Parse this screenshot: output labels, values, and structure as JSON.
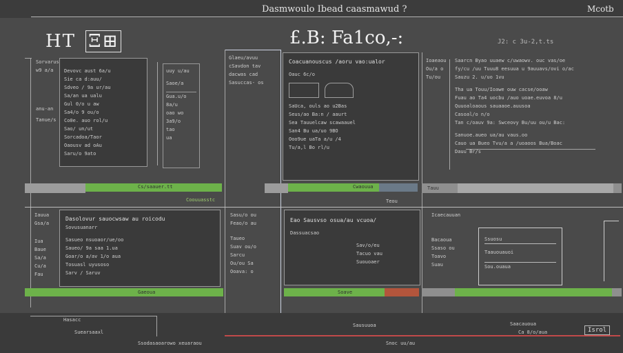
{
  "window": {
    "title": "Dasmwoulo Ibead caasmawud ?",
    "menu": "Mcotb"
  },
  "brand": {
    "logo_left": "ΗΤ",
    "logo_right": "Ξ⊞"
  },
  "main": {
    "heading": "£.B: Fa1co,-:",
    "subheading": "J2: c 3u-2,t.ts"
  },
  "panel_a": {
    "side": [
      "Sorvarusa",
      "w9 a/a",
      "anu-an",
      "Tanue/s"
    ],
    "rows": [
      "Devovc aust 6a/u",
      "Sie ca d:auu/",
      "Sdveo / 9a ur/au",
      "Sa/an ua ualu",
      "Gul 0/o u aw",
      "Sa4/o 9 ou/o",
      "Co0e. auo rol/u",
      "Sao/ un/ut",
      "Sorcadoa/Taor",
      "Oaousv ad oAu",
      "Saru/o 9ato"
    ],
    "card": [
      "uuy u/au",
      "Saoe/a",
      "Gua.u/o",
      "8a/u",
      "oao wo",
      "3a9/o",
      "tao",
      "ua"
    ],
    "footer": "Cs/saauer.tt",
    "footer2": "Coouuasstc"
  },
  "panel_b": {
    "header": "Glaeu/avuu",
    "items": [
      "cSavdon tav",
      "dacwas cad",
      "Sasuccas- os"
    ],
    "lines": [
      "Coacuanouscus /aoru vao:ualor",
      "Oauc 6c/o",
      "SaUca, ouls ao u2Bas",
      "Seus/ao Ba:n / aaurt",
      "Sea Tauuelcaw scawaauel",
      "San4 Bu ua/uo 9BO",
      "Ooo9ue uaTa a/u /4",
      "Tu/a,l Bo rl/u"
    ],
    "side": [
      "Ioaeaou",
      "Ou/a o",
      "Tu/ou"
    ],
    "status": "Cwaouua",
    "under": "Teou"
  },
  "panel_c": {
    "lines": [
      "Saarcn Byao uuaew c/uwaowv. ouc vas/oe",
      "fy/cu /uu Tuuu8 eesuua u 9auuavs/ovi o/ac",
      "Sauzu 2. u/uo 1vu",
      "Tha ua Touu/Ioawe ouw cacse/ooaw ",
      "Fuau ao Ta4 uocbu /auo uoae.euvoa 8/u",
      "Quuoaloaous sauaaoe.auusoa",
      "Casoal/o n/o",
      "Tan c/oauv 9a: Swceovy Bu/uu ou/u Bac:",
      "Sanuoe.aueo ua/au vaus.oo",
      "Cauo ua Bueo Tvu/a a /uoaoos Bua/Boac",
      "Dauu Br/s"
    ],
    "tag": "Tauu"
  },
  "lower_a": {
    "side": [
      "Iauua",
      "Gsa/a",
      "Iua",
      "Baue",
      "Sa/a",
      "Cu/a",
      "Fau"
    ],
    "lines": [
      "Dasolovur sauocwsaw au roicodu",
      "Sovusuanarr",
      "Sasueo nsuoaor/ue/oo",
      "Saueo/ 9a saa 1.ua",
      "Goar/o a/av 1/o aua",
      "Tosuasl uyusoso",
      "Sarv / Saruv"
    ],
    "badge": "Gaeoua",
    "foot": "Hasacc",
    "foot2": "Suearsaaxl",
    "foot3": "Ssodasaoarowo xeuaraou"
  },
  "lower_b": {
    "left": [
      "Sasu/o ou",
      "Feao/o au",
      "Taueo",
      "Suav ou/o",
      "Sarcu",
      "Ou/ou Sa",
      "Ooava: o"
    ],
    "lines": [
      "Eao Sausvso osua/au vcuoa/",
      "Dassuacsao",
      "Sav/o/eu",
      "Tacuo vau",
      "Suouoaer"
    ],
    "tag": "Soave",
    "foot": "Sausuuoa",
    "foot2": "Snoc uu/au"
  },
  "lower_c": {
    "left": [
      "Icaecauuan",
      "Bacaoua",
      "Ssaso ou",
      "Toavo",
      "Suau"
    ],
    "card": [
      "Ssuosu",
      "Taauouauoi",
      "Sou.ouaua"
    ],
    "foot": "Saacauoua",
    "foot2": "Ca 8/o/aua",
    "button": "Isrol"
  }
}
